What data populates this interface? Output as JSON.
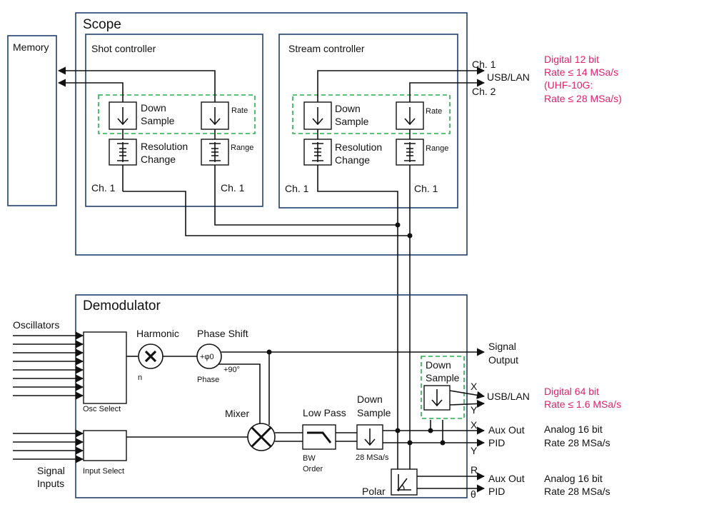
{
  "scope": {
    "title": "Scope",
    "memory": "Memory",
    "shot_controller": "Shot controller",
    "stream_controller": "Stream controller",
    "down": "Down",
    "sample": "Sample",
    "rate": "Rate",
    "resolution": "Resolution",
    "change": "Change",
    "range": "Range",
    "ch1": "Ch. 1",
    "ch2": "Ch. 2",
    "usb_lan": "USB/LAN",
    "digital12": [
      "Digital 12 bit",
      "Rate ≤ 14 MSa/s",
      "(UHF-10G:",
      "Rate ≤ 28 MSa/s)"
    ]
  },
  "demod": {
    "title": "Demodulator",
    "oscillators": "Oscillators",
    "osc_select": "Osc Select",
    "harmonic": "Harmonic",
    "n": "n",
    "phase_shift": "Phase Shift",
    "phi0": "+φ0",
    "plus90": "+90°",
    "phase": "Phase",
    "mixer": "Mixer",
    "low_pass": "Low Pass",
    "bw": "BW",
    "order": "Order",
    "down": "Down",
    "sample": "Sample",
    "rate28": "28 MSa/s",
    "polar": "Polar",
    "signal_inputs": [
      "Signal",
      "Inputs"
    ],
    "input_select": "Input Select",
    "signal_output": [
      "Signal",
      "Output"
    ],
    "x": "X",
    "y": "Y",
    "r": "R",
    "theta": "θ",
    "usb_lan": "USB/LAN",
    "aux_out": "Aux Out",
    "pid": "PID",
    "digital64": [
      "Digital 64 bit",
      "Rate ≤ 1.6 MSa/s"
    ],
    "analog1": [
      "Analog 16 bit",
      "Rate 28 MSa/s"
    ],
    "analog2": [
      "Analog 16 bit",
      "Rate 28 MSa/s"
    ]
  },
  "colors": {
    "frame": "#1f3f6b",
    "accent": "#e0206a",
    "dashed": "#22b04a"
  }
}
